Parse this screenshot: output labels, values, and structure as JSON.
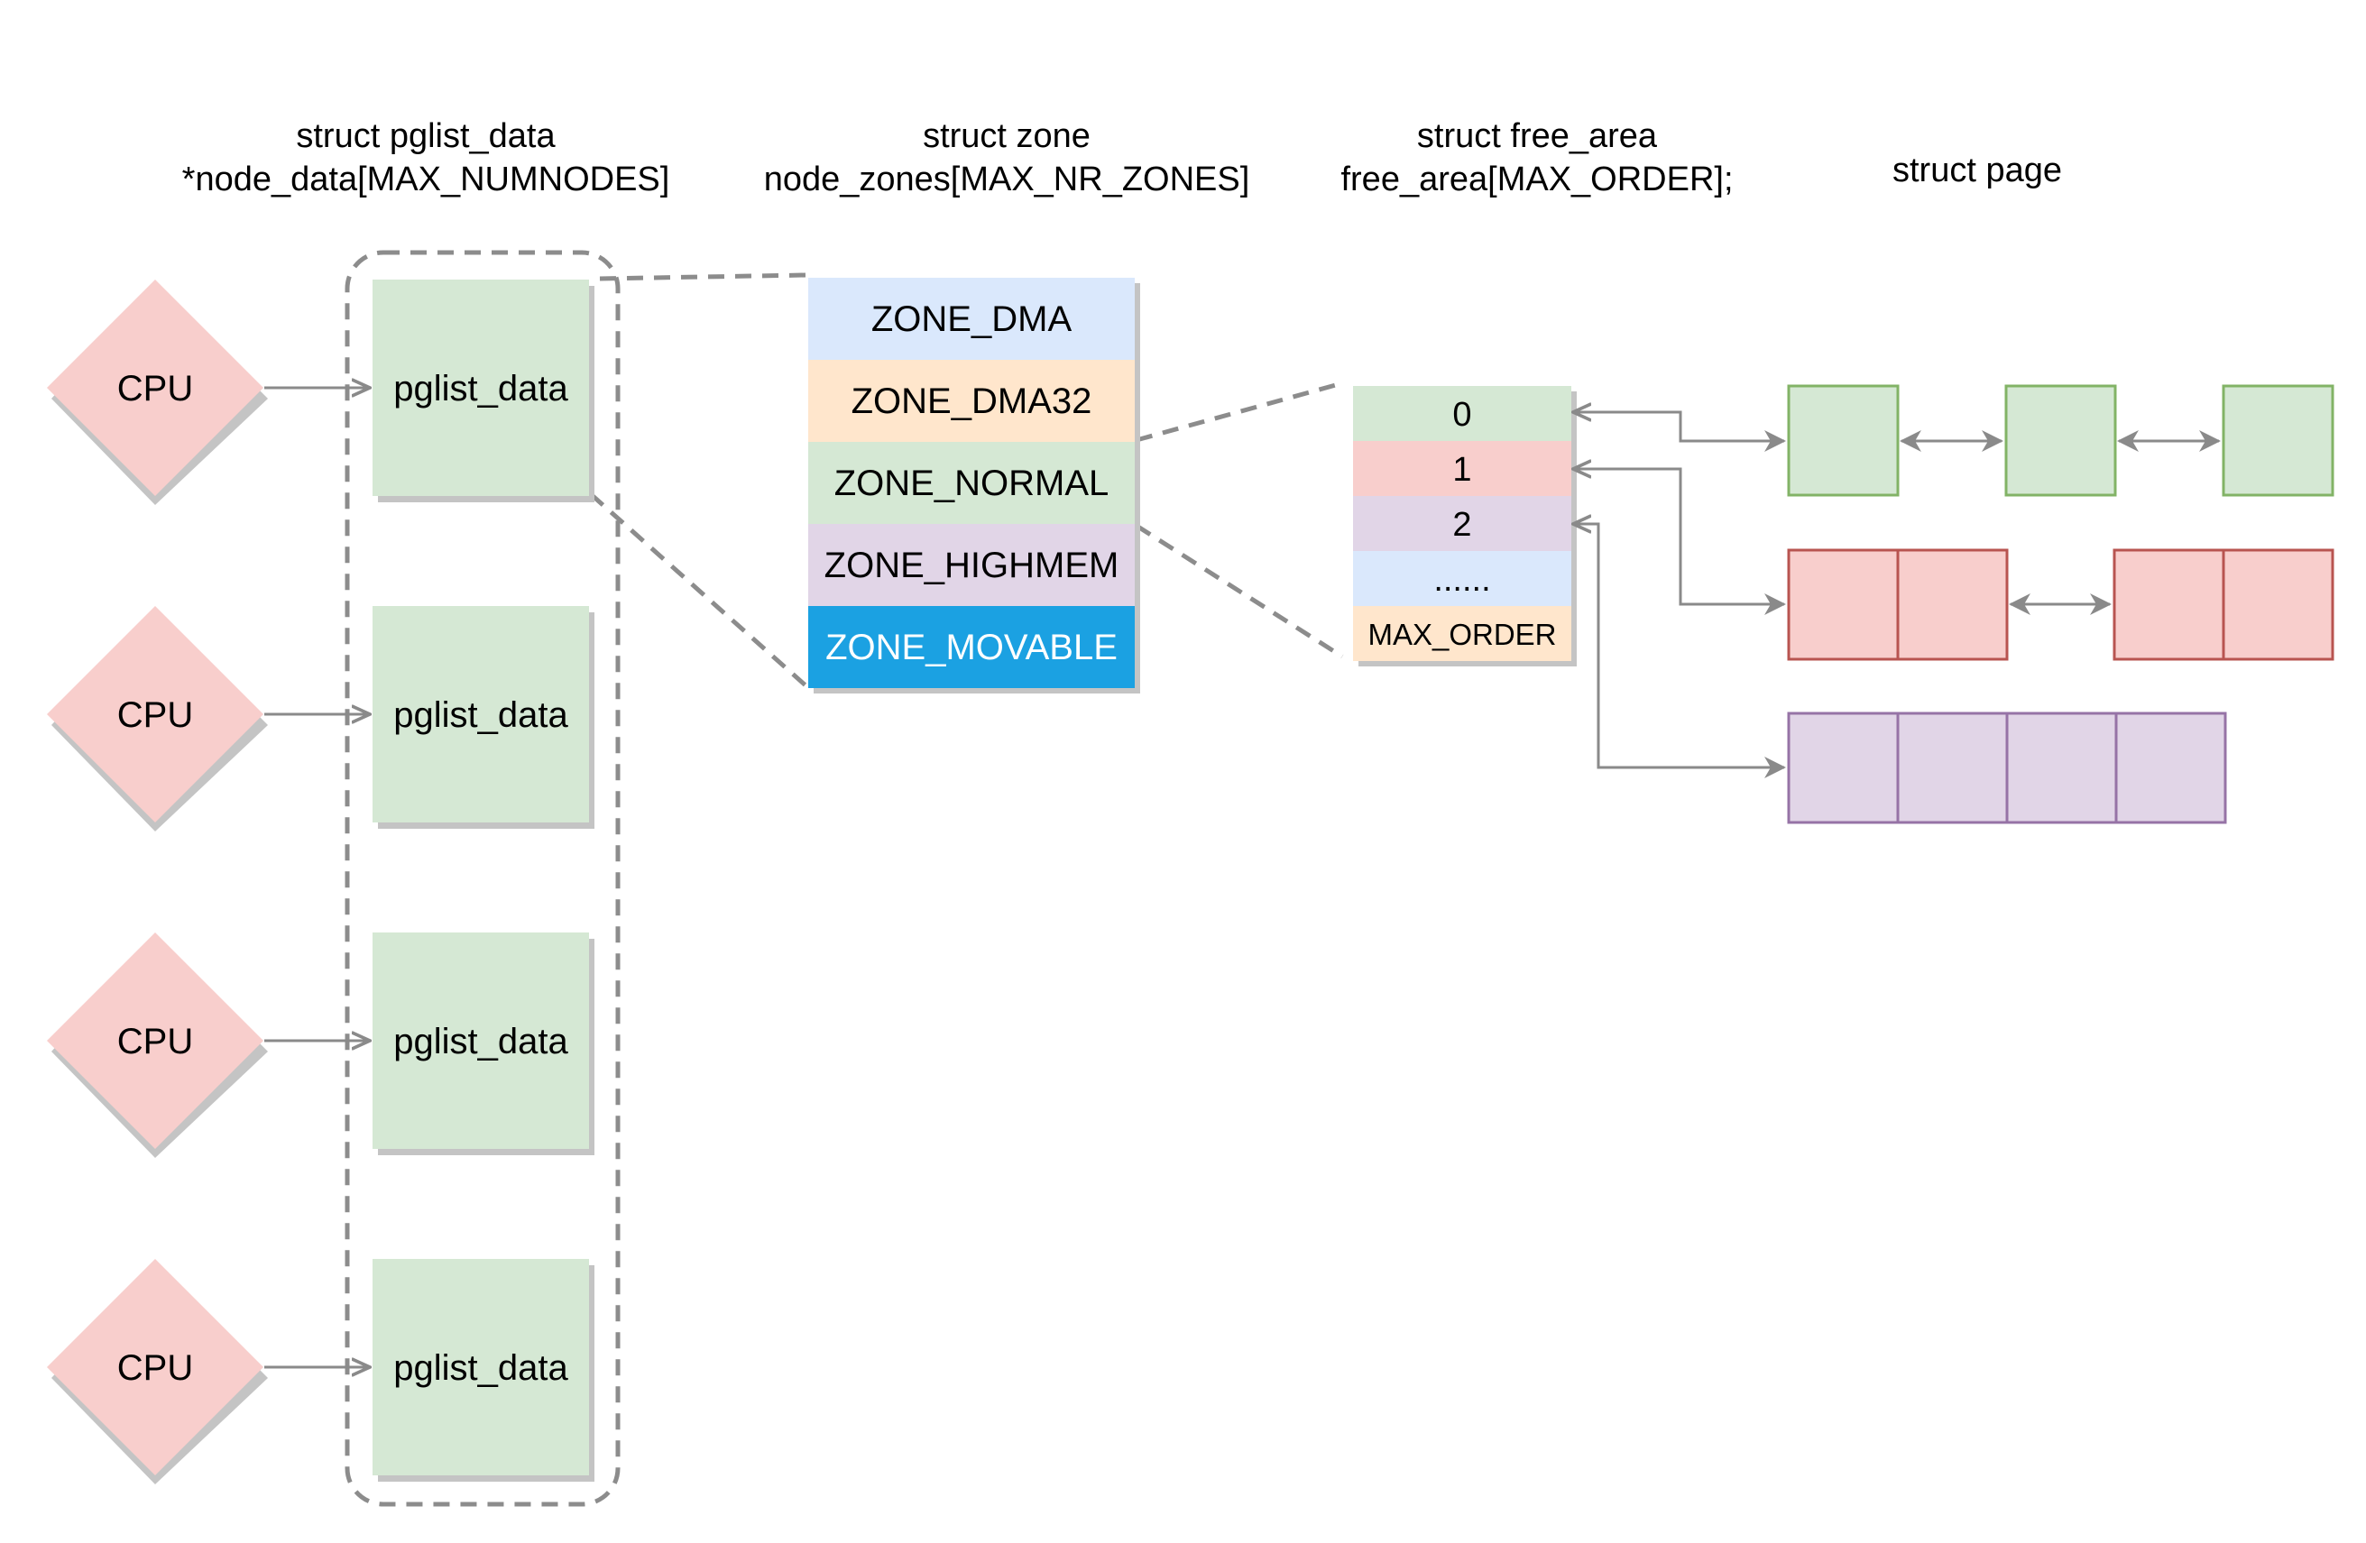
{
  "headers": {
    "node_data_line1": "struct pglist_data",
    "node_data_line2": "*node_data[MAX_NUMNODES]",
    "zone_line1": "struct zone",
    "zone_line2": "node_zones[MAX_NR_ZONES]",
    "free_area_line1": "struct free_area",
    "free_area_line2": "free_area[MAX_ORDER];",
    "page": "struct page"
  },
  "nodes": [
    {
      "cpu": "CPU",
      "pglist": "pglist_data"
    },
    {
      "cpu": "CPU",
      "pglist": "pglist_data"
    },
    {
      "cpu": "CPU",
      "pglist": "pglist_data"
    },
    {
      "cpu": "CPU",
      "pglist": "pglist_data"
    }
  ],
  "zones": [
    {
      "label": "ZONE_DMA",
      "color": "#dae8fc",
      "text_color": "#000000"
    },
    {
      "label": "ZONE_DMA32",
      "color": "#ffe6cc",
      "text_color": "#000000"
    },
    {
      "label": "ZONE_NORMAL",
      "color": "#d5e8d4",
      "text_color": "#000000"
    },
    {
      "label": "ZONE_HIGHMEM",
      "color": "#e1d5e7",
      "text_color": "#000000"
    },
    {
      "label": "ZONE_MOVABLE",
      "color": "#1ba1e2",
      "text_color": "#ffffff"
    }
  ],
  "free_area": [
    {
      "label": "0",
      "color": "#d5e8d4"
    },
    {
      "label": "1",
      "color": "#f8cecc"
    },
    {
      "label": "2",
      "color": "#e1d5e7"
    },
    {
      "label": "......",
      "color": "#dae8fc"
    },
    {
      "label": "MAX_ORDER",
      "color": "#ffe6cc"
    }
  ],
  "colors": {
    "cpu_fill": "#f8cecc",
    "pglist_fill": "#d5e8d4",
    "shadow": "#c4c4c4",
    "dashed": "#8c8c8c",
    "arrow": "#8a8a8a",
    "green_fill": "#d5e8d4",
    "green_stroke": "#82b366",
    "red_fill": "#f8cecc",
    "red_stroke": "#b85450",
    "purple_fill": "#e1d5e7",
    "purple_stroke": "#9673a6"
  }
}
